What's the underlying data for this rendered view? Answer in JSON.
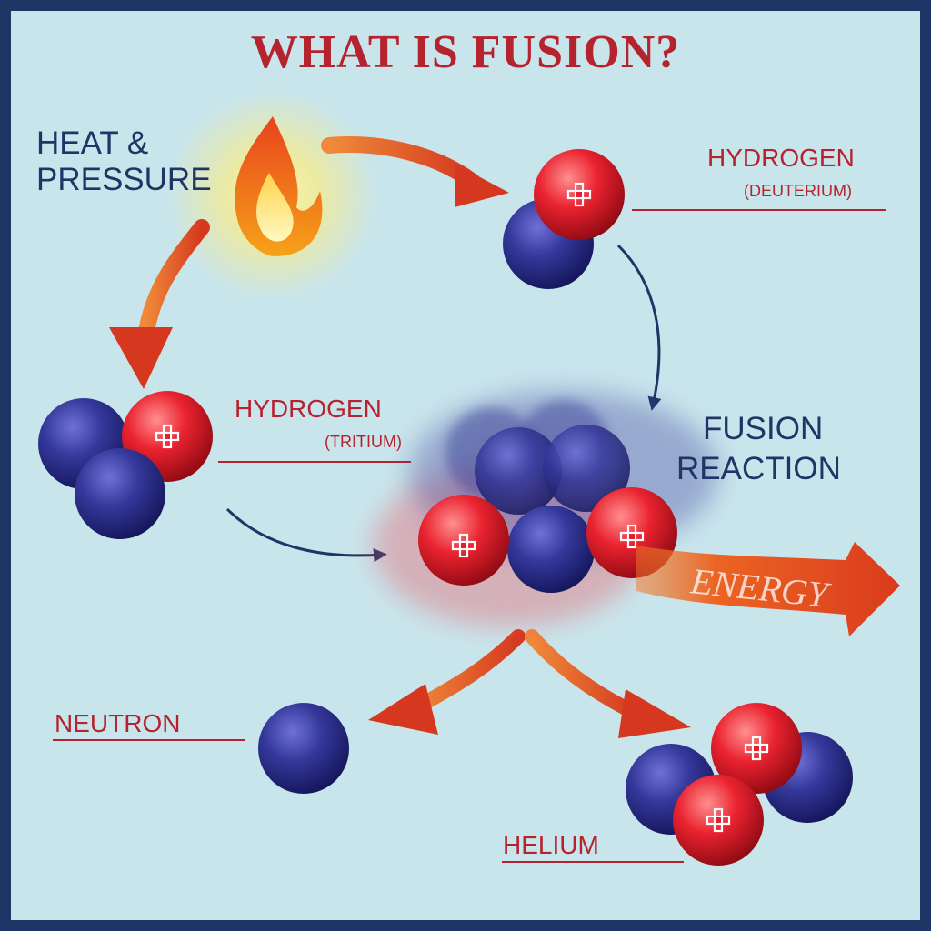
{
  "title": "WHAT IS FUSION?",
  "labels": {
    "heat_line1": "HEAT &",
    "heat_line2": "PRESSURE",
    "deuterium_main": "HYDROGEN",
    "deuterium_sub": "(DEUTERIUM)",
    "tritium_main": "HYDROGEN",
    "tritium_sub": "(TRITIUM)",
    "fusion_line1": "FUSION",
    "fusion_line2": "REACTION",
    "energy": "ENERGY",
    "neutron": "NEUTRON",
    "helium": "HELIUM"
  },
  "icons": {
    "proton": "plus-sign",
    "heat": "flame-icon"
  },
  "colors": {
    "background": "#c9e5ec",
    "border": "#1f3566",
    "title": "#b5232f",
    "label_red": "#b5232f",
    "label_navy": "#1f3566",
    "proton": "#e5202e",
    "neutron": "#2c2f8c",
    "arrow_orange": "#e9582a",
    "flow_arrow": "#1f3566"
  }
}
